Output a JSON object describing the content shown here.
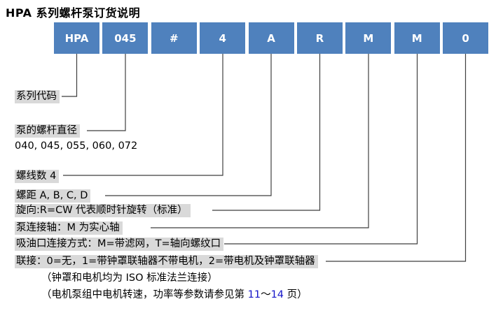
{
  "title": "HPA 系列螺杆泵订货说明",
  "order_code": {
    "segments": [
      "HPA",
      "045",
      "#",
      "4",
      "A",
      "R",
      "M",
      "M",
      "0"
    ]
  },
  "labels": {
    "series": "系列代码",
    "diameter": "泵的螺杆直径",
    "diameter_values": "040, 045, 055, 060, 072",
    "threads": "螺线数 4",
    "pitch": "螺距 A, B, C, D",
    "rotation": "旋向:R=CW 代表顺时针旋转（标准）",
    "shaft": "泵连接轴：M 为实心轴",
    "suction": "吸油口连接方式：M=带滤网，T=轴向螺纹口",
    "coupling": "联接：0=无，1=带钟罩联轴器不带电机，2=带电机及钟罩联轴器",
    "note_flange": "（钟罩和电机均为 ISO 标准法兰连接）",
    "note_pages_prefix": "（电机泵组中电机转速，功率等参数请参见第 ",
    "note_pages_start": "11",
    "note_pages_tilde": "～",
    "note_pages_end": "14",
    "note_pages_suffix": " 页）"
  },
  "colors": {
    "box_blue": "#4f81bd",
    "highlight_gray": "#d9d9d9",
    "page_number_blue": "#1414c8"
  }
}
